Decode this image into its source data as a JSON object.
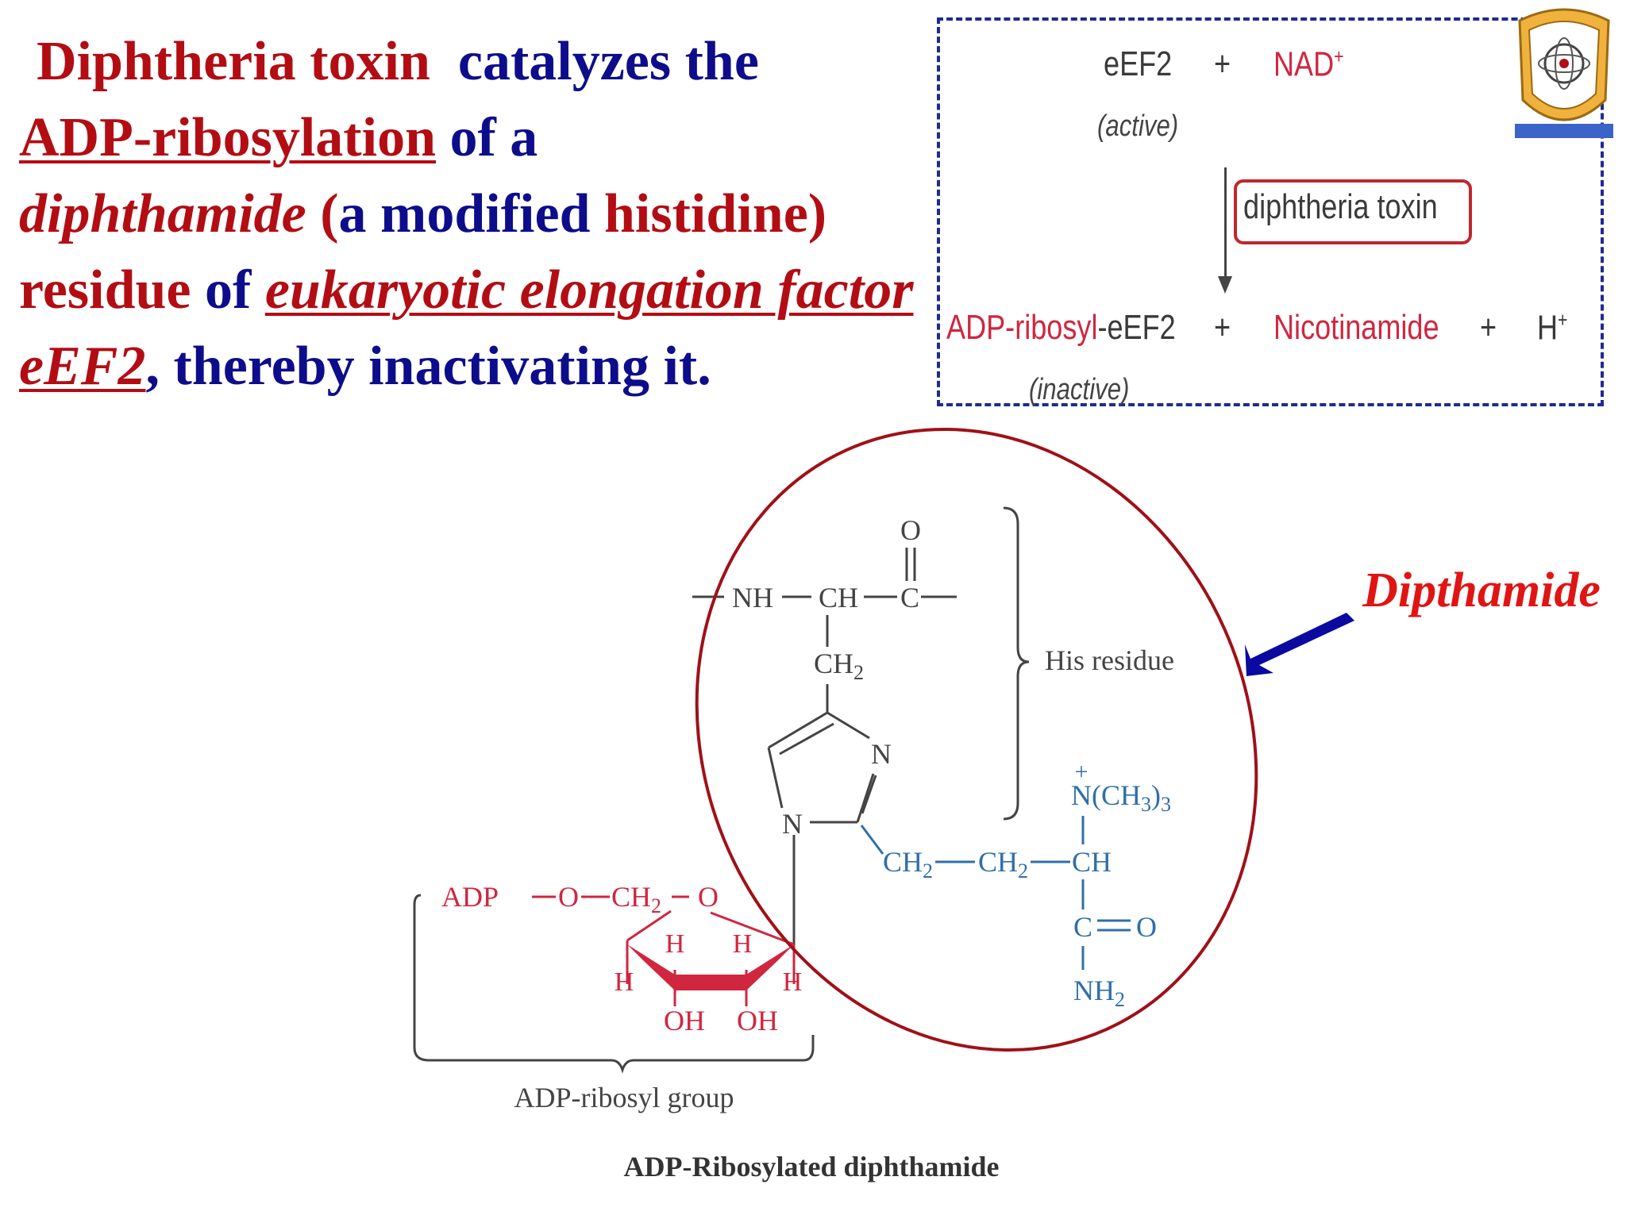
{
  "headline": {
    "p1": "Diphtheria toxin",
    "p2": "catalyzes the",
    "p3": "ADP-ribosylation",
    "p4": "of a",
    "p5": "diphthamide",
    "p6": "(",
    "p7": "a modified",
    "p8": "histidine)",
    "p9": "residue",
    "p10": "of",
    "p11": "eukaryotic elongation factor eEF2",
    "p12": ",",
    "p13": "thereby inactivating it."
  },
  "reaction": {
    "reactant1": "eEF2",
    "reactant1_state": "(active)",
    "plus": "+",
    "reactant2": "NAD",
    "reactant2_sup": "+",
    "enzyme": "diphtheria toxin",
    "product1_prefix": "ADP-ribosyl",
    "product1_suffix": "-eEF2",
    "product1_state": "(inactive)",
    "product2": "Nicotinamide",
    "product3": "H",
    "product3_sup": "+"
  },
  "structure": {
    "backbone_nh": "NH",
    "backbone_ch": "CH",
    "backbone_c": "C",
    "carbonyl_o": "O",
    "ch2_side": "CH",
    "ch2_sub": "2",
    "ring_n1": "N",
    "ring_n3": "N",
    "his_residue": "His residue",
    "trimethyl_plus": "+",
    "trimethyl": "N(CH",
    "trimethyl_sub3a": "3",
    "trimethyl_close": ")",
    "trimethyl_sub3b": "3",
    "chain_ch2a": "CH",
    "chain_ch2b": "CH",
    "chain_ch": "CH",
    "chain_sub": "2",
    "amide_c": "C",
    "amide_o": "O",
    "amide_nh": "NH",
    "adp": "ADP",
    "ribose_o_link": "O",
    "ribose_ch2": "CH",
    "ribose_ring_o": "O",
    "ribose_h": "H",
    "ribose_oh": "OH",
    "adp_group_label": "ADP-ribosyl group",
    "caption": "ADP-Ribosylated diphthamide",
    "callout": "Dipthamide"
  },
  "colors": {
    "headline_red": "#b30d14",
    "headline_blue": "#0d0d8c",
    "adp_pink": "#d0263f",
    "chain_blue": "#2f6fa8",
    "ellipse_red": "#a01018",
    "arrow_blue": "#0a0aa0"
  }
}
